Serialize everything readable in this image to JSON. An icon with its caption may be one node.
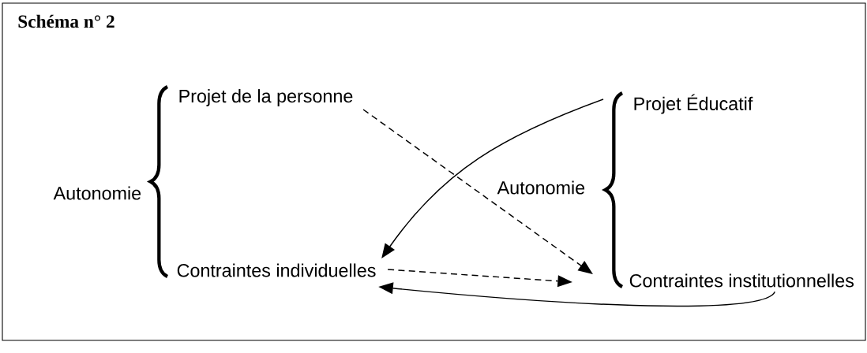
{
  "diagram": {
    "title": "Schéma n° 2",
    "nodes": [
      {
        "text": [
          "Projet de la personne"
        ]
      },
      {
        "text": [
          "Contraintes individuelles"
        ]
      },
      {
        "text": [
          "Projet Éducatif"
        ]
      },
      {
        "text": [
          "Contraintes institutionnelles"
        ]
      }
    ],
    "edges": [
      {
        "from": 0,
        "to": 3,
        "arrow": "to",
        "style": "dashed"
      },
      {
        "from": 2,
        "to": 1,
        "arrow": "to"
      },
      {
        "from": 1,
        "to": 3,
        "arrow": "to",
        "style": "dashed"
      },
      {
        "from": 3,
        "to": 1,
        "arrow": "to"
      }
    ],
    "labels": [
      "Autonomie",
      "Autonomie"
    ]
  }
}
